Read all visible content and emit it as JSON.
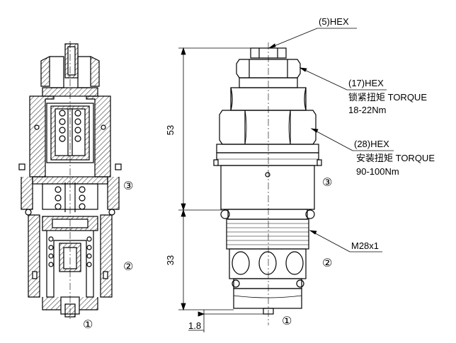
{
  "callouts": {
    "hex5": "(5)HEX",
    "hex17": "(17)HEX",
    "lock_torque": "锁紧扭矩 TORQUE",
    "lock_torque_value": "18-22Nm",
    "hex28": "(28)HEX",
    "install_torque": "安装扭矩 TORQUE",
    "install_torque_value": "90-100Nm",
    "thread": "M28x1"
  },
  "dimensions": {
    "upper_height": "53",
    "lower_height": "33",
    "tip_offset": "1.8"
  },
  "ports": {
    "port1": "①",
    "port2": "②",
    "port3": "③"
  }
}
